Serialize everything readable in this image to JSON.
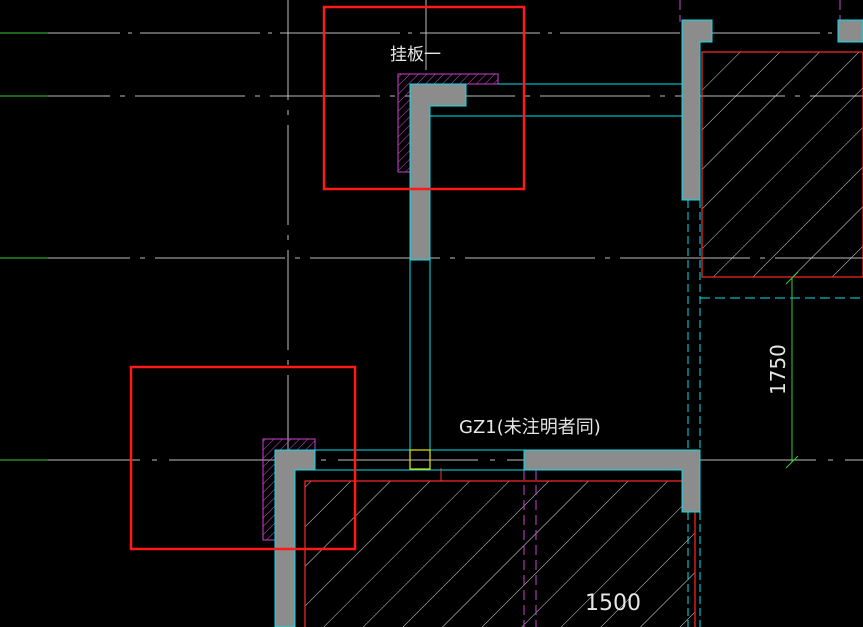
{
  "drawing": {
    "label_guaban": "挂板一",
    "label_gz1": "GZ1(未注明者同)",
    "dim_vertical": "1750",
    "dim_horizontal": "1500"
  },
  "colors": {
    "background": "#000000",
    "column_fill": "#8c8c8c",
    "outline_cyan": "#00e5ee",
    "grid_gray": "#bdbdbd",
    "grid_green": "#33cc33",
    "hatch_red": "#ff2a2a",
    "hatch_white": "#d8d8d8",
    "panel_magenta": "#d040d0",
    "highlight_red": "#ff1a1a",
    "dimension_green": "#33cc33",
    "marker_yellow": "#e8e800"
  }
}
